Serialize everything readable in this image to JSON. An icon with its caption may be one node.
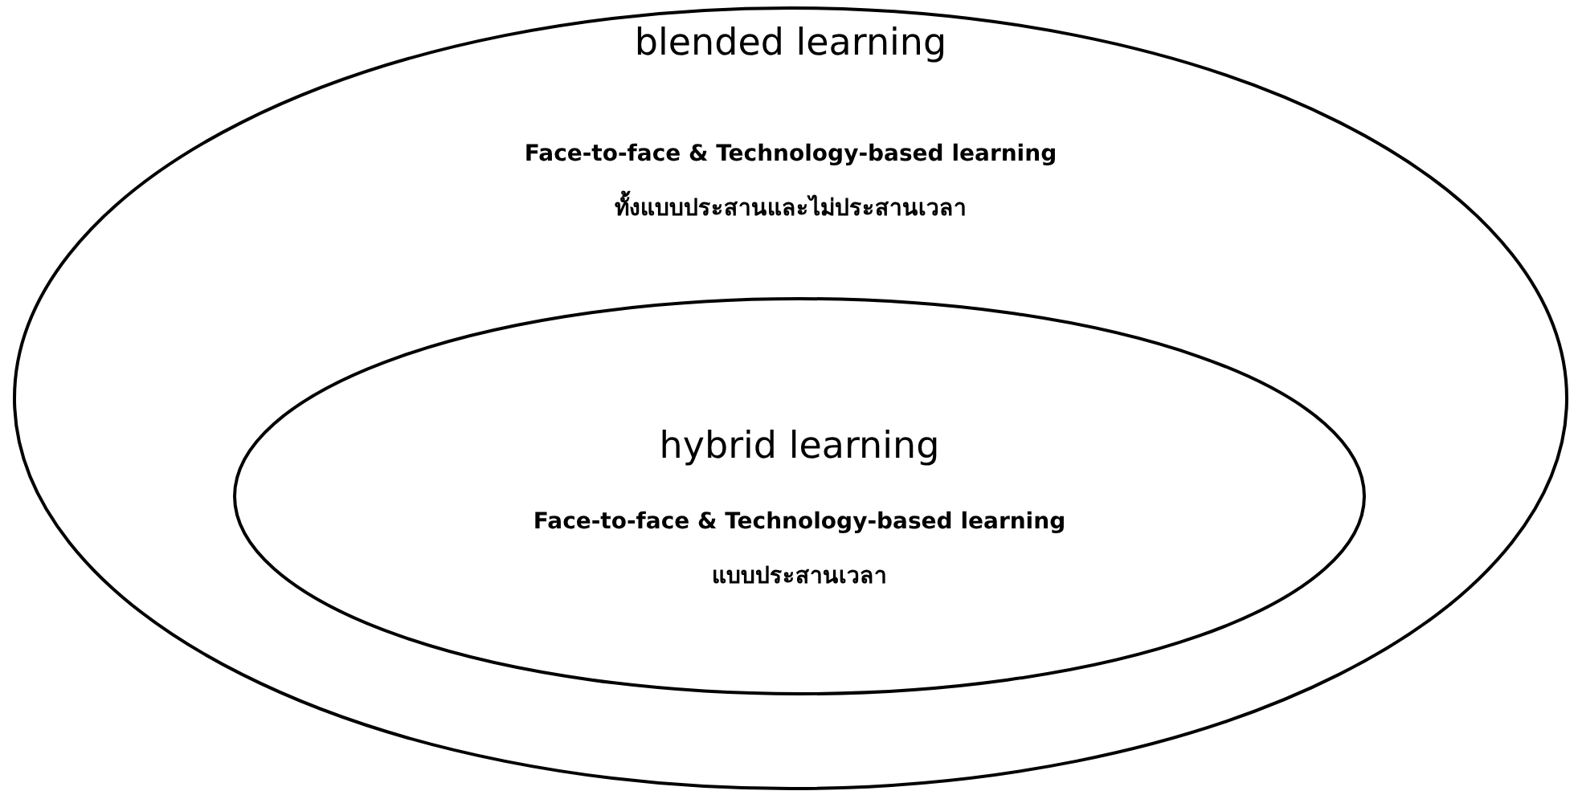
{
  "diagram": {
    "nodes": [
      {
        "text": [
          "blended learning",
          "Face-to-face & Technology-based learning",
          "ทั้งแบบประสานและไม่ประสานเวลา"
        ]
      },
      {
        "text": [
          "hybrid learning",
          "Face-to-face & Technology-based learning",
          "แบบประสานเวลา"
        ],
        "in": 0
      }
    ]
  }
}
